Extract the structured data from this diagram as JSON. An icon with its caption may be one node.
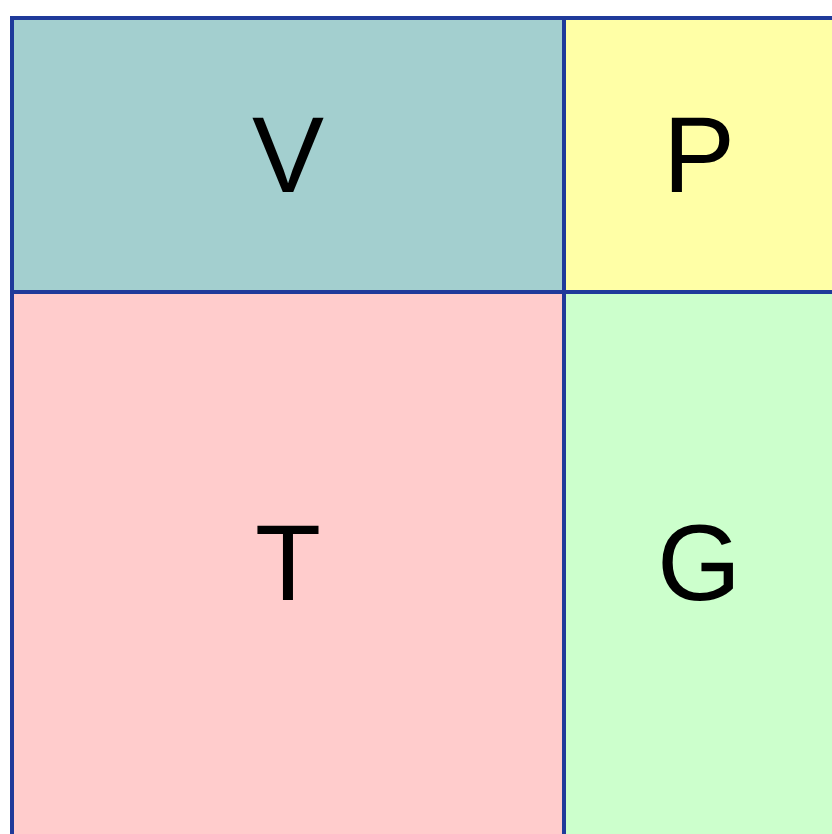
{
  "diagram": {
    "nodes": [
      {
        "text": [
          "V"
        ]
      },
      {
        "text": [
          "P"
        ]
      },
      {
        "text": [
          "T"
        ]
      },
      {
        "text": [
          "G"
        ]
      }
    ]
  }
}
